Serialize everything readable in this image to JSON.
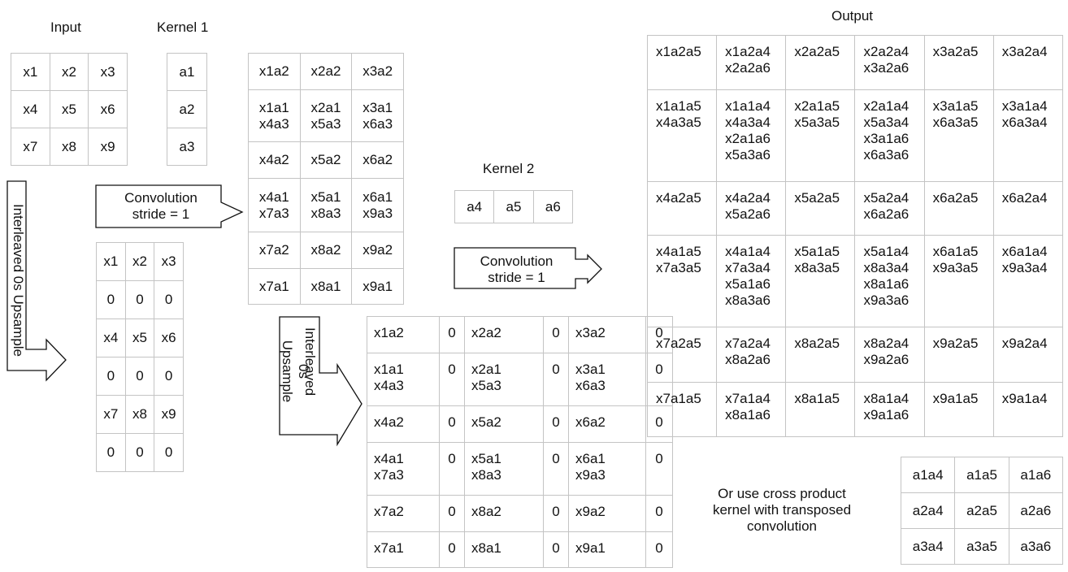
{
  "labels": {
    "input": "Input",
    "kernel1": "Kernel 1",
    "kernel2": "Kernel 2",
    "output": "Output",
    "conv1": "Convolution\nstride = 1",
    "conv2": "Convolution\nstride = 1",
    "upsample1": "Interleaved 0s Upsample",
    "upsample2_line1": "Interleaved",
    "upsample2_line2": "0s Upsample",
    "cross_note": "Or use cross product\nkernel with transposed\nconvolution"
  },
  "input_grid": [
    [
      "x1",
      "x2",
      "x3"
    ],
    [
      "x4",
      "x5",
      "x6"
    ],
    [
      "x7",
      "x8",
      "x9"
    ]
  ],
  "kernel1": [
    "a1",
    "a2",
    "a3"
  ],
  "kernel2": [
    "a4",
    "a5",
    "a6"
  ],
  "upsampled_input": [
    [
      "x1",
      "x2",
      "x3"
    ],
    [
      "0",
      "0",
      "0"
    ],
    [
      "x4",
      "x5",
      "x6"
    ],
    [
      "0",
      "0",
      "0"
    ],
    [
      "x7",
      "x8",
      "x9"
    ],
    [
      "0",
      "0",
      "0"
    ]
  ],
  "conv1_result": [
    [
      "x1a2",
      "x2a2",
      "x3a2"
    ],
    [
      "x1a1\nx4a3",
      "x2a1\nx5a3",
      "x3a1\nx6a3"
    ],
    [
      "x4a2",
      "x5a2",
      "x6a2"
    ],
    [
      "x4a1\nx7a3",
      "x5a1\nx8a3",
      "x6a1\nx9a3"
    ],
    [
      "x7a2",
      "x8a2",
      "x9a2"
    ],
    [
      "x7a1",
      "x8a1",
      "x9a1"
    ]
  ],
  "upsampled_result": [
    [
      "x1a2",
      "0",
      "x2a2",
      "0",
      "x3a2",
      "0"
    ],
    [
      "x1a1\nx4a3",
      "0",
      "x2a1\nx5a3",
      "0",
      "x3a1\nx6a3",
      "0"
    ],
    [
      "x4a2",
      "0",
      "x5a2",
      "0",
      "x6a2",
      "0"
    ],
    [
      "x4a1\nx7a3",
      "0",
      "x5a1\nx8a3",
      "0",
      "x6a1\nx9a3",
      "0"
    ],
    [
      "x7a2",
      "0",
      "x8a2",
      "0",
      "x9a2",
      "0"
    ],
    [
      "x7a1",
      "0",
      "x8a1",
      "0",
      "x9a1",
      "0"
    ]
  ],
  "output_grid": [
    [
      "x1a2a5",
      "x1a2a4\nx2a2a6",
      "x2a2a5",
      "x2a2a4\nx3a2a6",
      "x3a2a5",
      "x3a2a4"
    ],
    [
      "x1a1a5\nx4a3a5",
      "x1a1a4\nx4a3a4\nx2a1a6\nx5a3a6",
      "x2a1a5\nx5a3a5",
      "x2a1a4\nx5a3a4\nx3a1a6\nx6a3a6",
      "x3a1a5\nx6a3a5",
      "x3a1a4\nx6a3a4"
    ],
    [
      "x4a2a5",
      "x4a2a4\nx5a2a6",
      "x5a2a5",
      "x5a2a4\nx6a2a6",
      "x6a2a5",
      "x6a2a4"
    ],
    [
      "x4a1a5\nx7a3a5",
      "x4a1a4\nx7a3a4\nx5a1a6\nx8a3a6",
      "x5a1a5\nx8a3a5",
      "x5a1a4\nx8a3a4\nx8a1a6\nx9a3a6",
      "x6a1a5\nx9a3a5",
      "x6a1a4\nx9a3a4"
    ],
    [
      "x7a2a5",
      "x7a2a4\nx8a2a6",
      "x8a2a5",
      "x8a2a4\nx9a2a6",
      "x9a2a5",
      "x9a2a4"
    ],
    [
      "x7a1a5",
      "x7a1a4\nx8a1a6",
      "x8a1a5",
      "x8a1a4\nx9a1a6",
      "x9a1a5",
      "x9a1a4"
    ]
  ],
  "cross_kernel": [
    [
      "a1a4",
      "a1a5",
      "a1a6"
    ],
    [
      "a2a4",
      "a2a5",
      "a2a6"
    ],
    [
      "a3a4",
      "a3a5",
      "a3a6"
    ]
  ]
}
